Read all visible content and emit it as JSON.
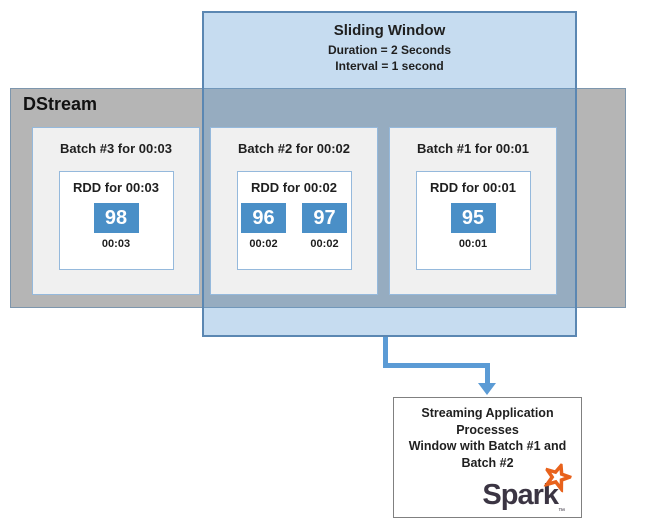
{
  "colors": {
    "window_fill_base": "#5b9bd5",
    "window_border": "#5b87b2",
    "dstream_fill": "#b5b5b5",
    "dstream_border": "#7d96ad",
    "batch_fill": "#f0f0f0",
    "batch_border": "#95b9dc",
    "partition_cell_blue": "#4a8fc7",
    "arrow_blue": "#5b9bd5",
    "spark_orange": "#e8621c",
    "spark_text_gray": "#3b3543",
    "text": "#1f1f1f"
  },
  "sliding_window": {
    "title": "Sliding Window",
    "duration": "Duration = 2 Seconds",
    "interval": "Interval = 1 second"
  },
  "dstream": {
    "label": "DStream"
  },
  "batches": [
    {
      "title": "Batch #3 for 00:03",
      "rdd_title": "RDD for 00:03",
      "cells": [
        {
          "value": "98",
          "time": "00:03"
        }
      ]
    },
    {
      "title": "Batch #2 for 00:02",
      "rdd_title": "RDD for 00:02",
      "cells": [
        {
          "value": "96",
          "time": "00:02"
        },
        {
          "value": "97",
          "time": "00:02"
        }
      ]
    },
    {
      "title": "Batch #1 for 00:01",
      "rdd_title": "RDD for 00:01",
      "cells": [
        {
          "value": "95",
          "time": "00:01"
        }
      ]
    }
  ],
  "processor": {
    "lines": [
      "Streaming Application",
      "Processes",
      "Window with Batch #1 and",
      "Batch #2"
    ],
    "logo": {
      "text": "Spark",
      "trademark": "™"
    }
  }
}
